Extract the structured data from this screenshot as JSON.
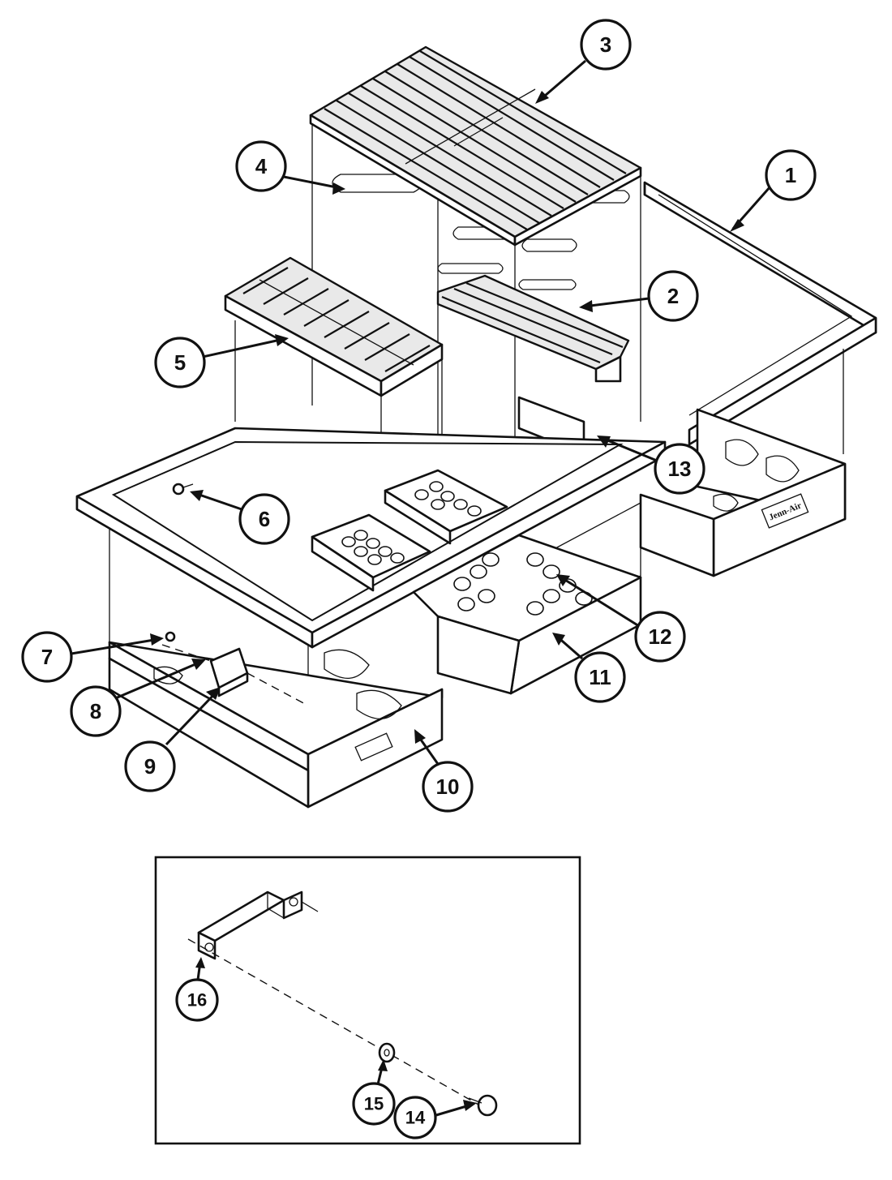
{
  "callouts": [
    {
      "id": "1",
      "label": "1"
    },
    {
      "id": "2",
      "label": "2"
    },
    {
      "id": "3",
      "label": "3"
    },
    {
      "id": "4",
      "label": "4"
    },
    {
      "id": "5",
      "label": "5"
    },
    {
      "id": "6",
      "label": "6"
    },
    {
      "id": "7",
      "label": "7"
    },
    {
      "id": "8",
      "label": "8"
    },
    {
      "id": "9",
      "label": "9"
    },
    {
      "id": "10",
      "label": "10"
    },
    {
      "id": "11",
      "label": "11"
    },
    {
      "id": "12",
      "label": "12"
    },
    {
      "id": "13",
      "label": "13"
    },
    {
      "id": "14",
      "label": "14"
    },
    {
      "id": "15",
      "label": "15"
    },
    {
      "id": "16",
      "label": "16"
    }
  ],
  "brand_mark": "Jenn-Air"
}
